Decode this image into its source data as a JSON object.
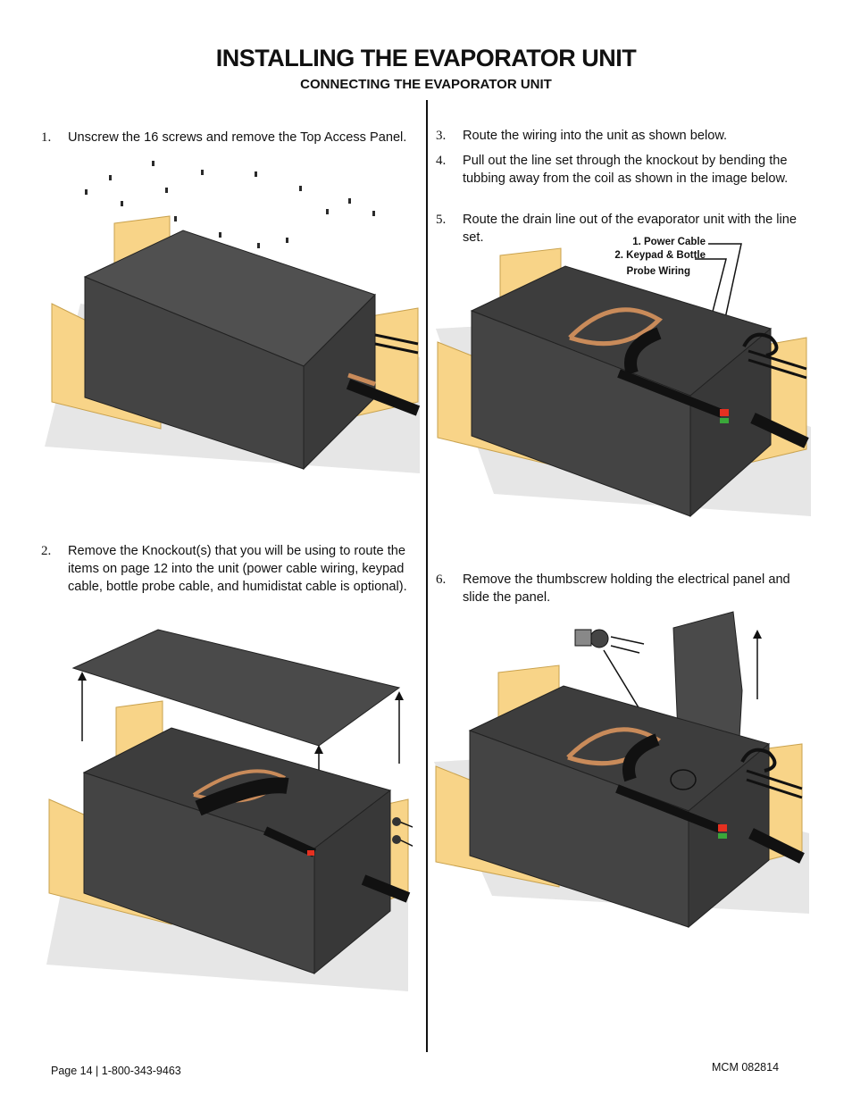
{
  "header": {
    "title": "INSTALLING THE EVAPORATOR UNIT",
    "subtitle": "CONNECTING THE EVAPORATOR UNIT"
  },
  "steps": [
    {
      "num": "1.",
      "text": "Unscrew the 16 screws and remove the Top Access Panel."
    },
    {
      "num": "2.",
      "text": "Remove the Knockout(s) that you will be using to route the items on page 12 into the unit (power cable wiring, keypad cable, bottle probe cable, and humidistat cable is optional)."
    },
    {
      "num": "3.",
      "text": "Route the wiring into the unit as shown below."
    },
    {
      "num": "4.",
      "text": "Pull out the line set through the knockout by bending the tubbing away from the coil as shown in the image below."
    },
    {
      "num": "5.",
      "text": "Route the drain line out of the evaporator unit with the line set."
    },
    {
      "num": "6.",
      "text": "Remove the thumbscrew holding the electrical panel and slide the panel."
    }
  ],
  "callouts": {
    "power_cable": "1. Power Cable",
    "keypad_line1": "2. Keypad & Bottle",
    "keypad_line2": "Probe Wiring"
  },
  "footer": {
    "left": "Page 14 | 1-800-343-9463",
    "right": "MCM 082814"
  },
  "colors": {
    "cabinet": "#4a4a4a",
    "cabinet_dark": "#333333",
    "wood": "#f8d488",
    "wood_edge": "#c9a24e",
    "copper": "#c98b5a",
    "floor": "#e6e6e6"
  }
}
